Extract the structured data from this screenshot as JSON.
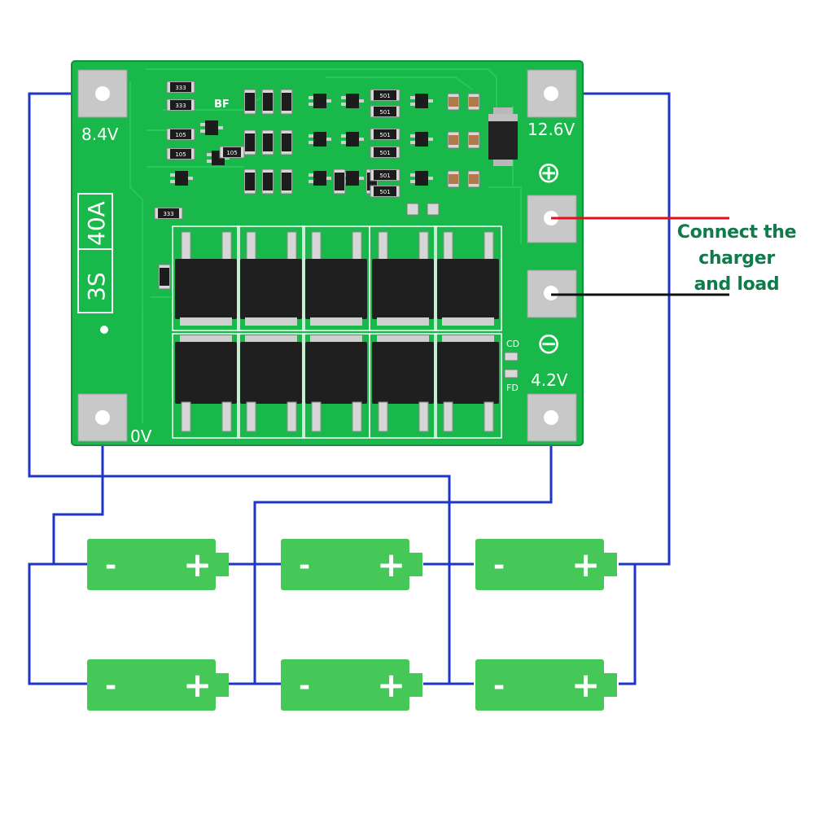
{
  "board": {
    "color": "#19b84a",
    "model_label": "3S",
    "current_label": "40A",
    "pads": {
      "p_8_4": "8.4V",
      "p_12_6": "12.6V",
      "p_0": "0V",
      "p_4_2": "4.2V",
      "plus_symbol": "⊕",
      "minus_symbol": "⊖"
    },
    "jumpers": {
      "cd": "CD",
      "fd": "FD"
    },
    "ic_label": "BF",
    "resistor_codes": [
      "333",
      "105",
      "501"
    ]
  },
  "callout": {
    "lines": [
      "Connect the",
      "charger",
      "and load"
    ],
    "text_color": "#0f7a4a"
  },
  "wires": {
    "cell_wire_color": "#1f35c8",
    "positive_wire_color": "#e3101a",
    "negative_wire_color": "#111111"
  },
  "batteries": {
    "fill_color": "#46c858",
    "terminal_negative": "-",
    "terminal_positive": "+",
    "rows": 2,
    "cells_per_row": 3
  }
}
